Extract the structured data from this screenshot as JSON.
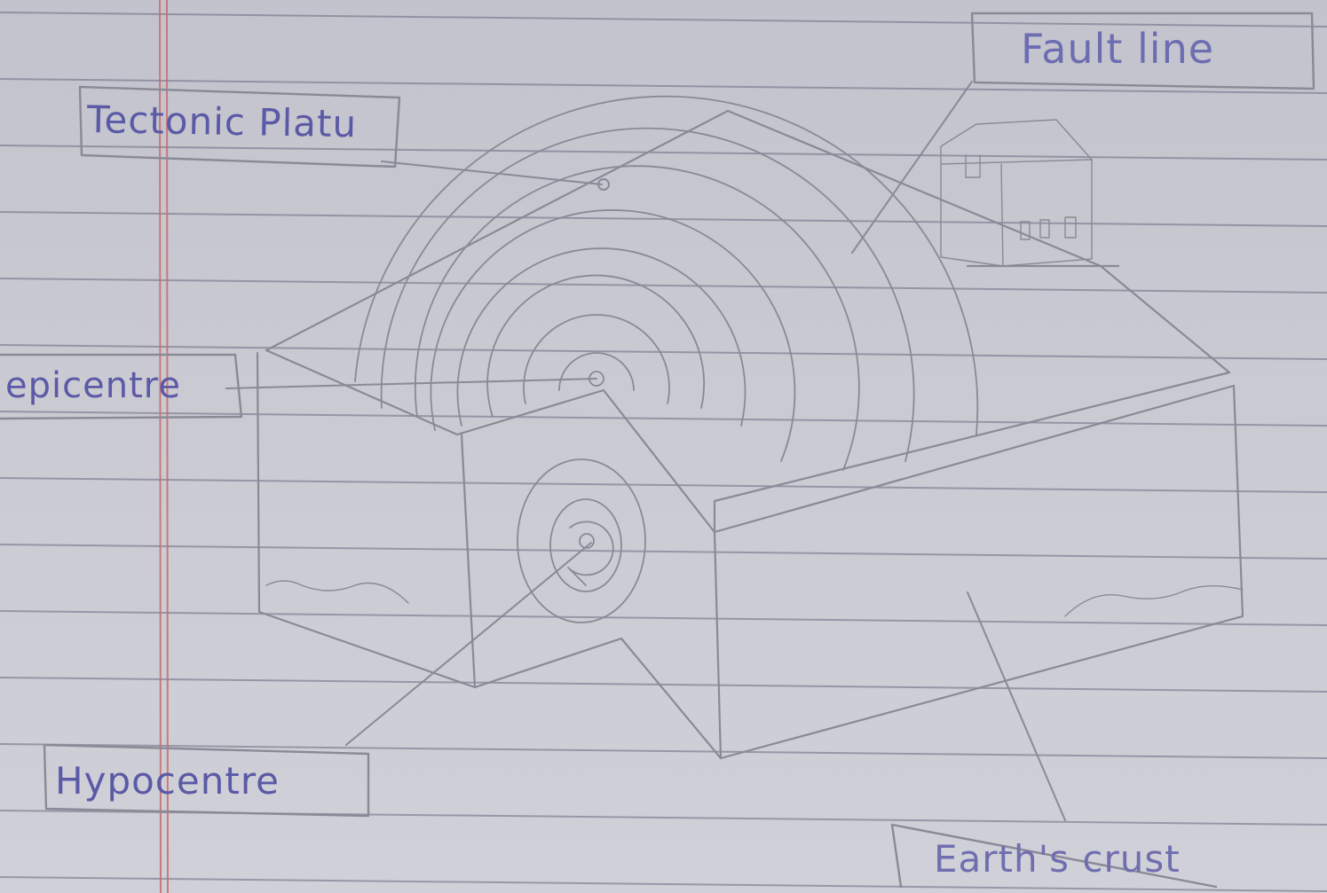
{
  "labels": {
    "tectonic_plate": "Tectonic Platu",
    "fault_line": "Fault line",
    "epicentre": "epicentre",
    "hypocentre": "Hypocentre",
    "earths_crust": "Earth's crust"
  },
  "colors": {
    "paper": "#c9c9d2",
    "ruled_line": "#6a6a80",
    "margin_line": "#c96b6b",
    "pencil": "#8a8a96",
    "ink": "#5b5aa6"
  }
}
